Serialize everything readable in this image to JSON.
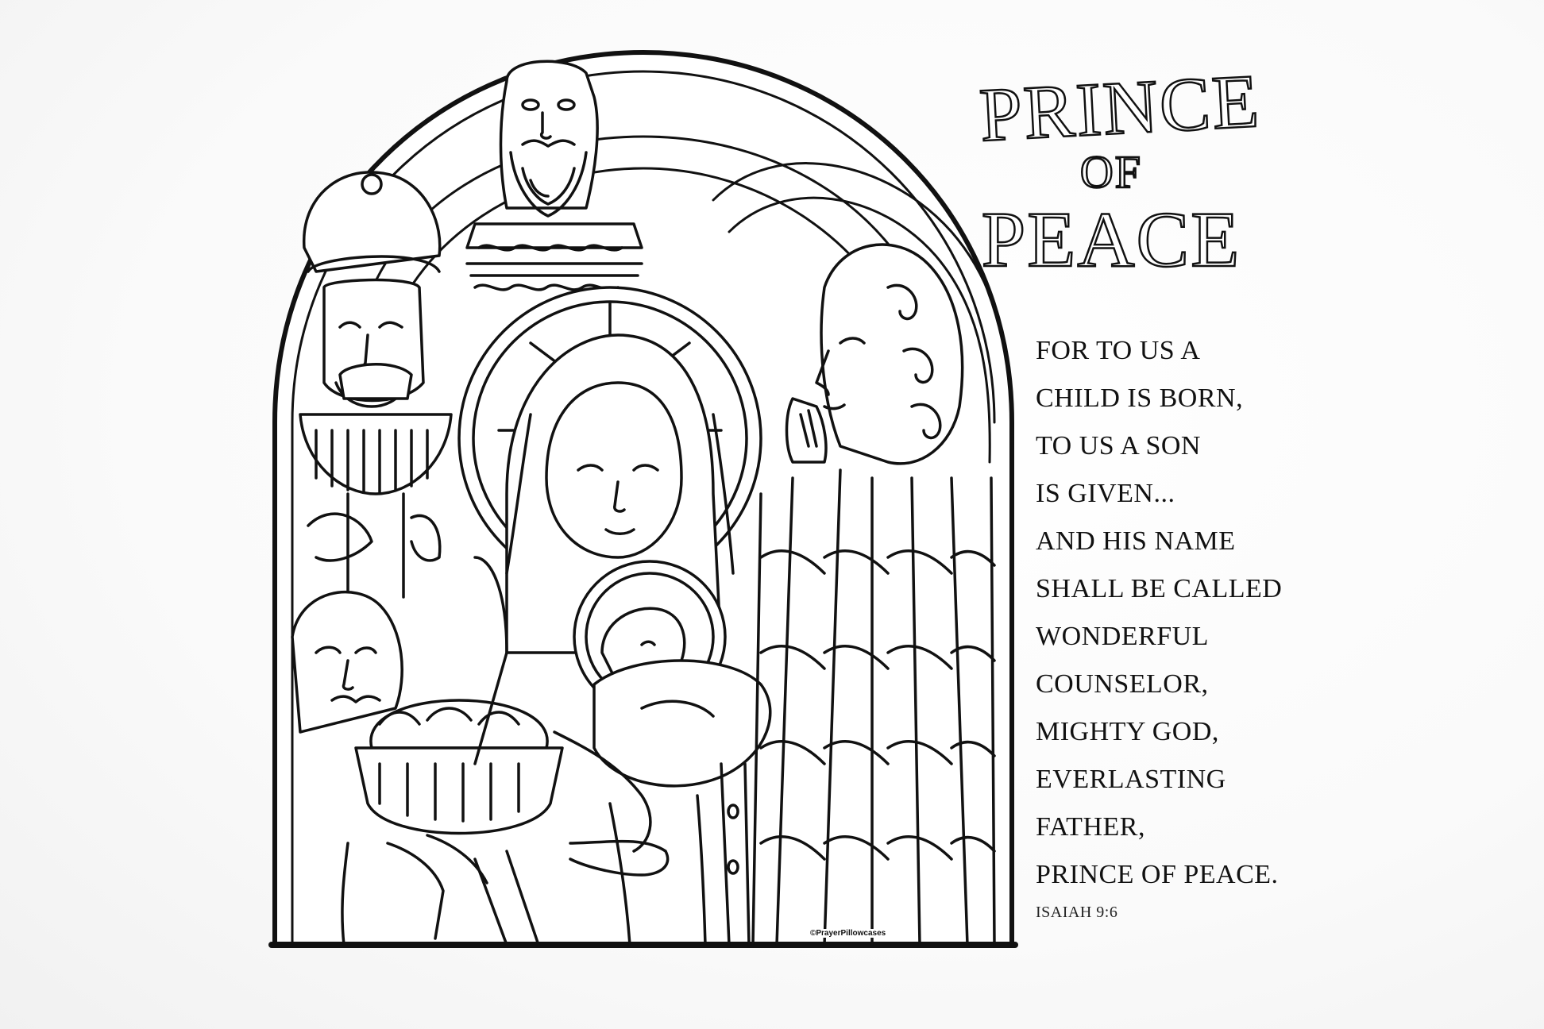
{
  "title": {
    "line1": "PRINCE",
    "line2": "OF",
    "line3": "PEACE"
  },
  "verse": {
    "lines": [
      "For to us a",
      "child is born,",
      "to us a son",
      "is given...",
      "And his name",
      "shall be called",
      "Wonderful",
      "Counselor,",
      "Mighty God,",
      "Everlasting",
      "Father,",
      "Prince of Peace."
    ],
    "citation": "ISAIAH 9:6"
  },
  "artwork": {
    "subject": "stained-glass nativity coloring illustration",
    "figures": [
      "bearded-king-top",
      "king-with-chalice-left",
      "young-king-with-bowl-left",
      "mary-with-halo",
      "infant-jesus-with-halo",
      "joseph-praying-right"
    ],
    "stroke_color": "#111111",
    "fill_color": "#ffffff"
  },
  "copyright": "©PrayerPillowcases"
}
